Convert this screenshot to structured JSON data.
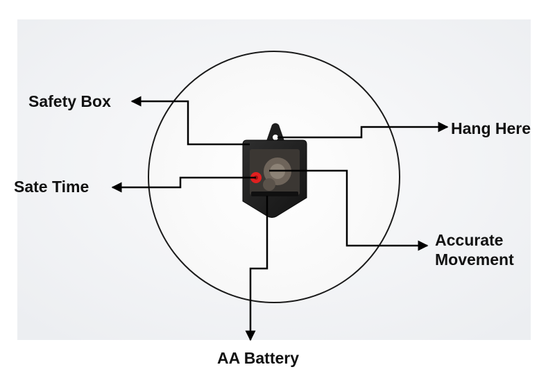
{
  "labels": {
    "safety_box": "Safety Box",
    "hang_here": "Hang Here",
    "set_time": "Sate Time",
    "accurate_movement": [
      "Accurate",
      "Movement"
    ],
    "aa_battery": "AA Battery"
  },
  "colors": {
    "background": "#ffffff",
    "backdrop": "#f2f3f5",
    "clock_face": "#ffffff",
    "clock_rim": "#1a1a1a",
    "movement_body": "#1e1e1e",
    "hand_knob": "#e02020",
    "arrow": "#000000",
    "text": "#111111"
  }
}
